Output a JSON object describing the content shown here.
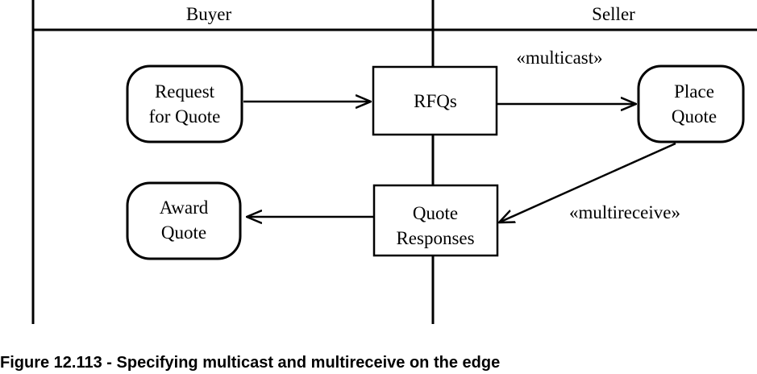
{
  "lanes": {
    "buyer": "Buyer",
    "seller": "Seller"
  },
  "nodes": {
    "request_for_quote": [
      "Request",
      "for Quote"
    ],
    "rfqs": [
      "RFQs"
    ],
    "place_quote": [
      "Place",
      "Quote"
    ],
    "quote_responses": [
      "Quote",
      "Responses"
    ],
    "award_quote": [
      "Award",
      "Quote"
    ]
  },
  "edge_labels": {
    "multicast": "«multicast»",
    "multireceive": "«multireceive»"
  },
  "caption": "Figure 12.113 - Specifying multicast and multireceive on the edge"
}
